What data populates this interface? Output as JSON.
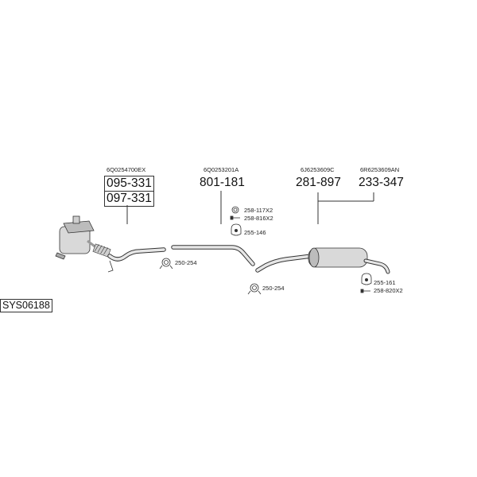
{
  "system": {
    "code": "SYS06188"
  },
  "groups": [
    {
      "oe": "6Q0254700EX",
      "parts": [
        "095-331",
        "097-331"
      ]
    },
    {
      "oe": "6Q0253201A",
      "parts": [
        "801-181"
      ]
    },
    {
      "oe": "6J6253609C",
      "parts": [
        "281-897"
      ]
    },
    {
      "oe": "6R6253609AN",
      "parts": [
        "233-347"
      ]
    }
  ],
  "accessories": [
    {
      "ref": "250-254",
      "icon": "clamp-ring-icon"
    },
    {
      "ref": "258-117X2",
      "icon": "gasket-ring-icon"
    },
    {
      "ref": "258-816X2",
      "icon": "bolt-icon"
    },
    {
      "ref": "255-146",
      "icon": "rubber-hanger-icon"
    },
    {
      "ref": "250-254",
      "icon": "clamp-ring-icon"
    },
    {
      "ref": "255-161",
      "icon": "rubber-hanger-icon"
    },
    {
      "ref": "258-820X2",
      "icon": "bolt-icon"
    }
  ],
  "colors": {
    "line": "#333333",
    "part_fill": "#d9d9d9",
    "part_shade": "#9a9a9a"
  }
}
